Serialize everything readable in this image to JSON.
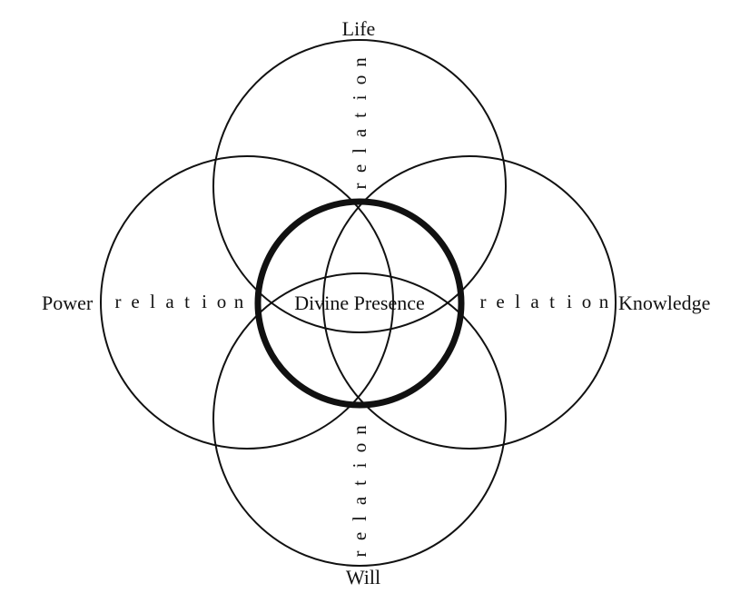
{
  "diagram": {
    "center": "Divine Presence",
    "outer": {
      "top": "Life",
      "left": "Power",
      "right": "Knowledge",
      "bottom": "Will"
    },
    "connector": "relation",
    "connector_letters": [
      "r",
      "e",
      "l",
      "a",
      "t",
      "i",
      "o",
      "n"
    ]
  }
}
